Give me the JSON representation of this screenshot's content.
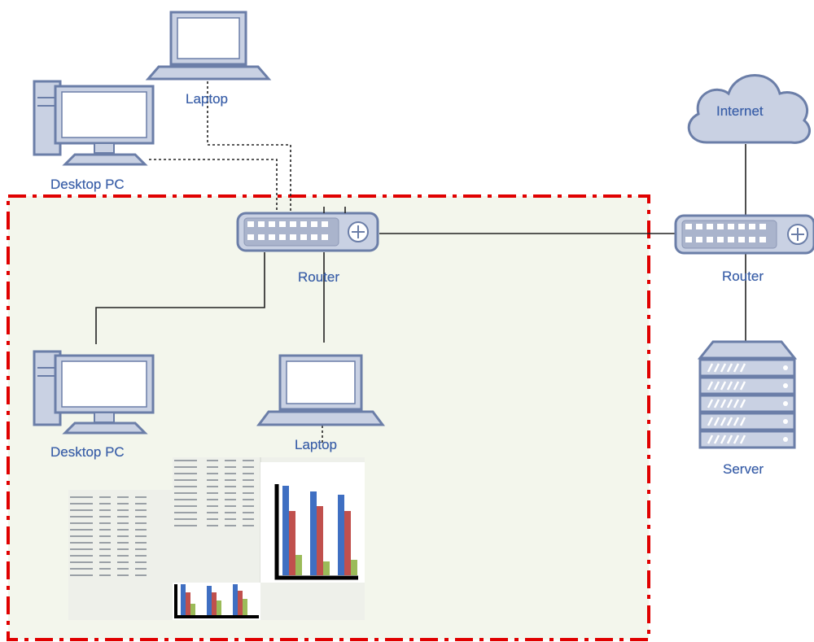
{
  "labels": {
    "laptop_top": "Laptop",
    "desktop_top": "Desktop PC",
    "router_main": "Router",
    "router_right": "Router",
    "internet": "Internet",
    "server": "Server",
    "desktop_bottom": "Desktop PC",
    "laptop_bottom": "Laptop"
  },
  "colors": {
    "device_fill": "#c9d1e3",
    "device_stroke": "#6b7ea8",
    "label_text": "#3a5fa8",
    "zone_border": "#e00000",
    "zone_fill": "#f3f6ec",
    "bar_blue": "#3f6fc2",
    "bar_red": "#c0504d",
    "bar_green": "#9bbb59"
  },
  "icons": [
    "laptop-icon",
    "desktop-pc-icon",
    "router-icon",
    "cloud-icon",
    "server-icon",
    "spreadsheet-thumbnail",
    "bar-chart-thumbnail"
  ]
}
